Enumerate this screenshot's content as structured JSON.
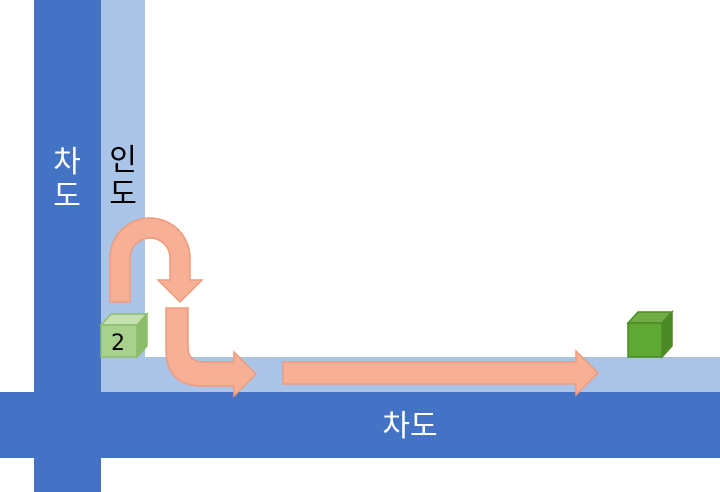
{
  "colors": {
    "road": "#4472c4",
    "sidewalk": "#a9c4e6",
    "arrow_fill": "#f7b096",
    "arrow_stroke": "#ef9a7a",
    "marker_start_front": "#a9d18e",
    "marker_start_top": "#c5e0b4",
    "marker_start_side": "#8cbd6b",
    "marker_end_front": "#5ea833",
    "marker_end_top": "#70ad47",
    "marker_end_side": "#4b8a24"
  },
  "labels": {
    "vertical_road": [
      "차",
      "도"
    ],
    "vertical_sidewalk": [
      "인",
      "도"
    ],
    "horizontal_road": "차도",
    "start_marker": "2"
  },
  "icons": {
    "start_marker": "green-cube-icon",
    "end_marker": "dark-green-cube-icon"
  }
}
